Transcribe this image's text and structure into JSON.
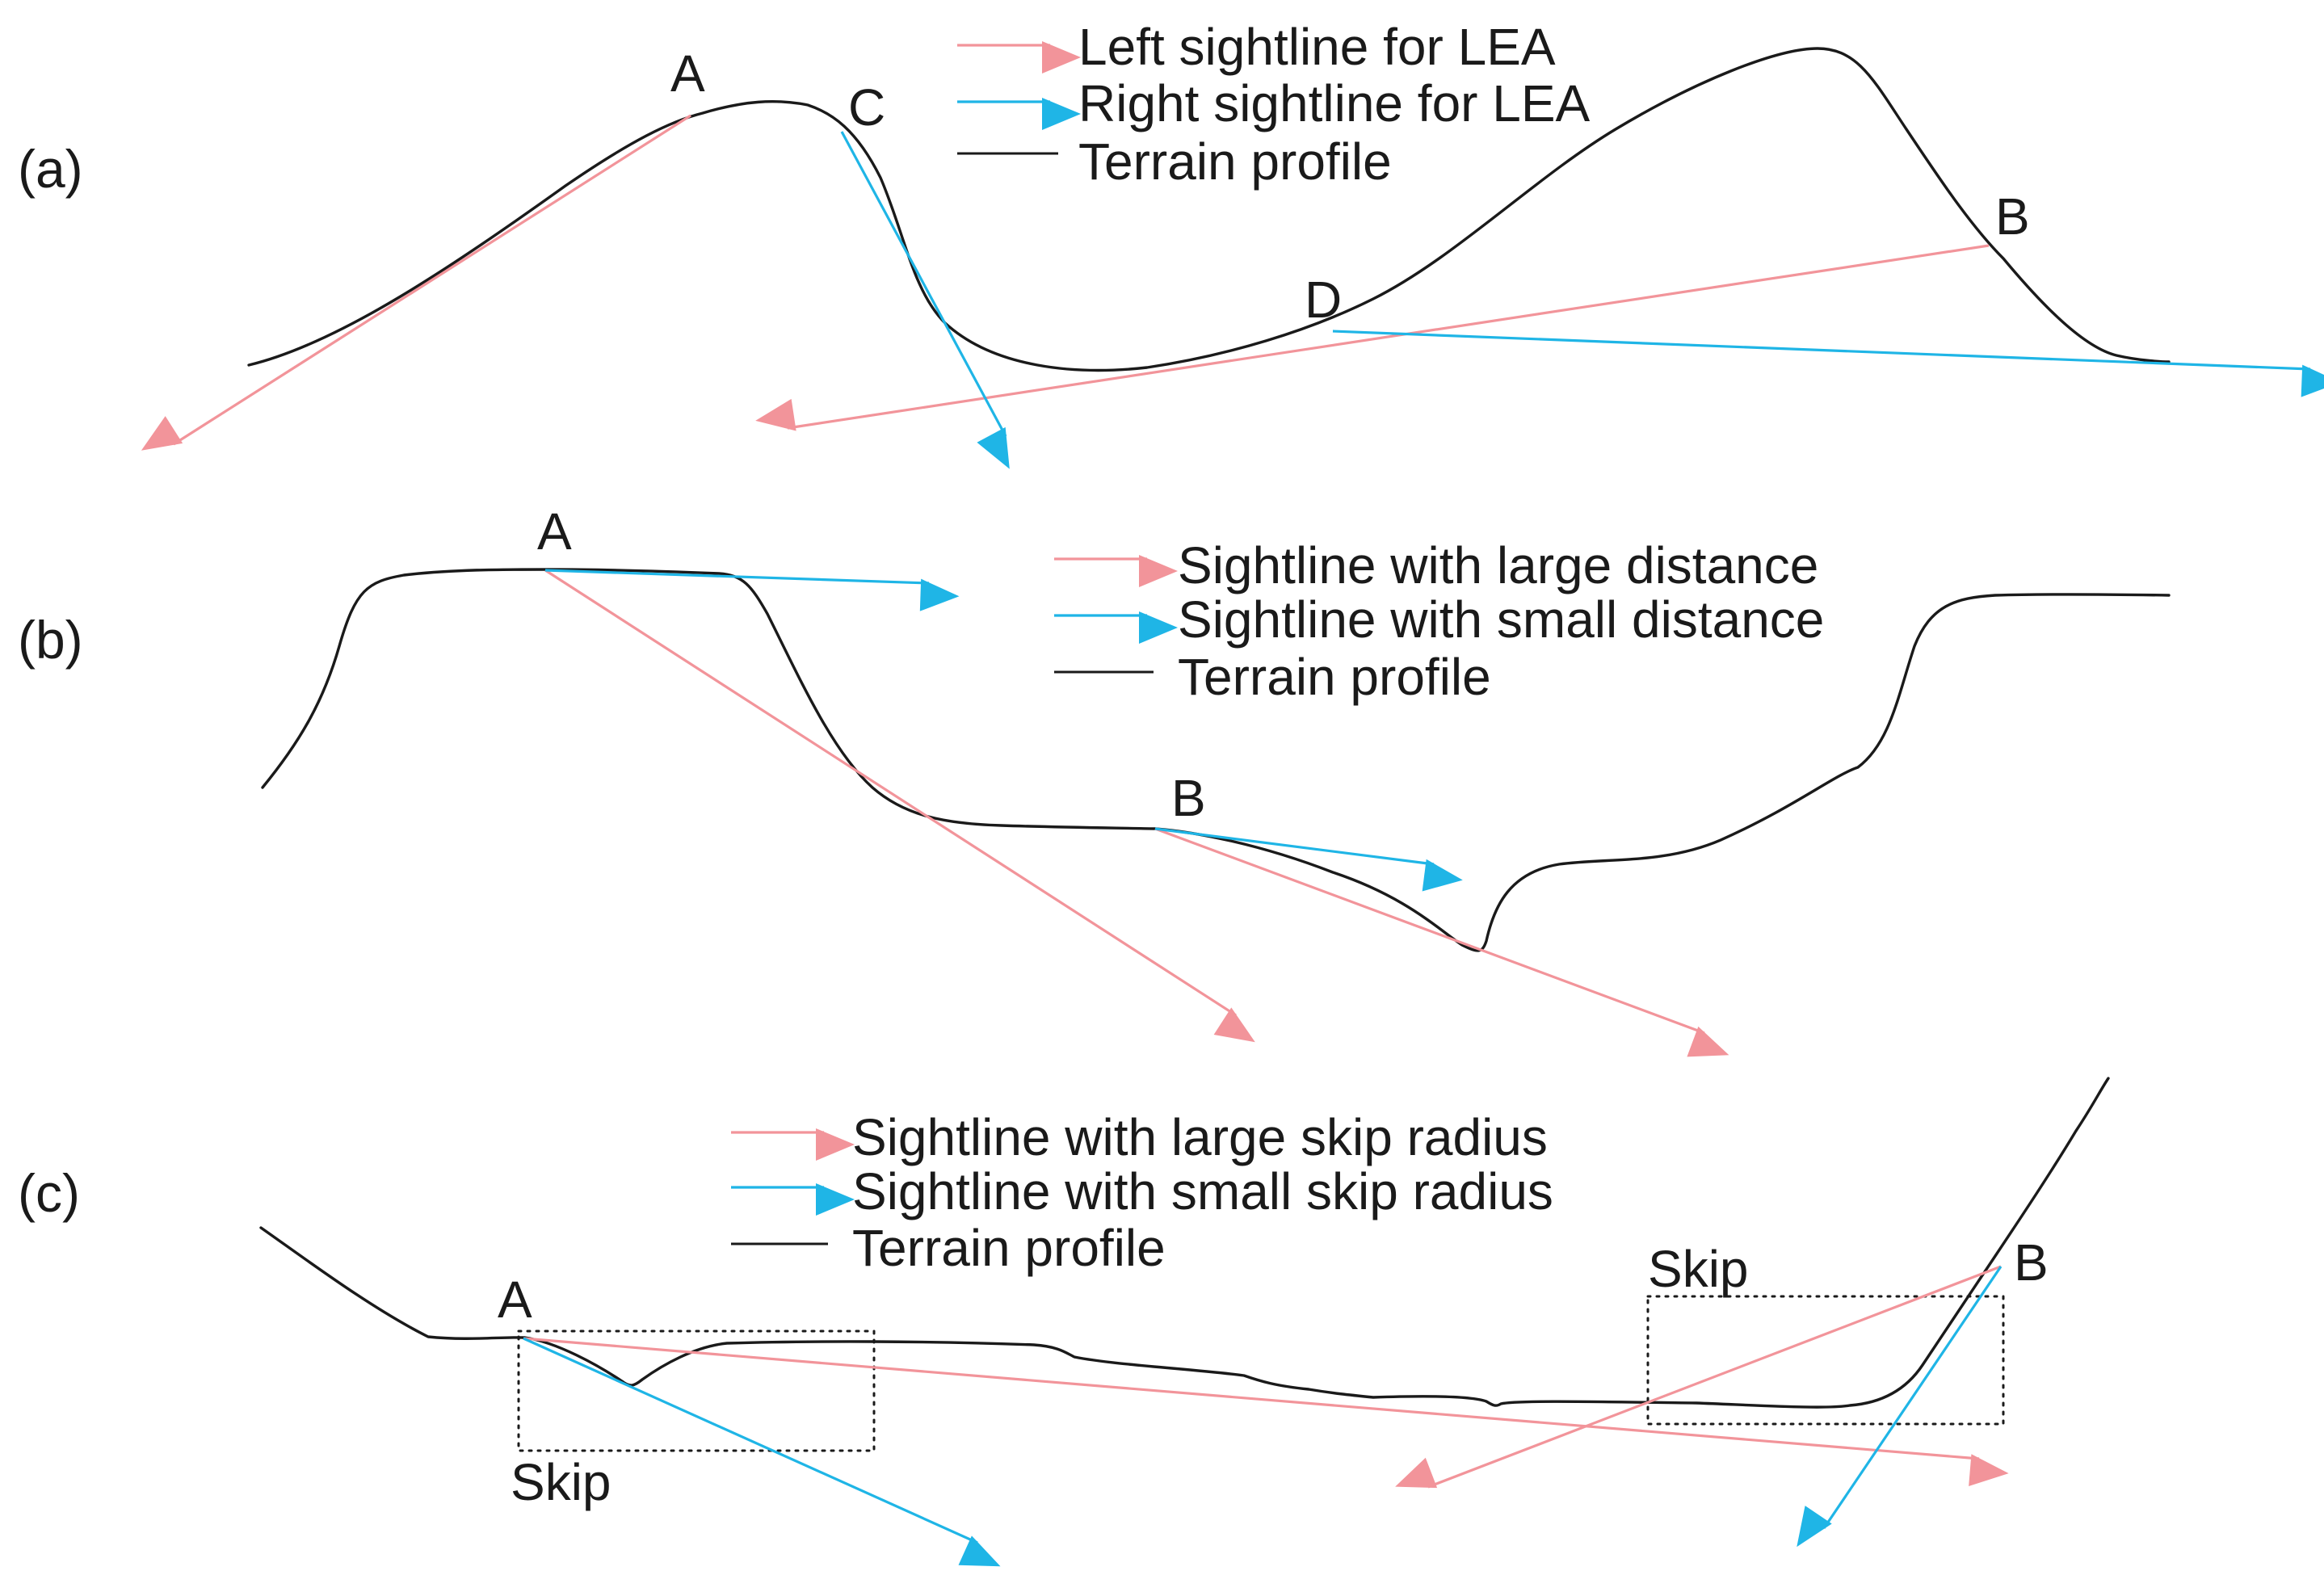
{
  "colors": {
    "pink": "#f2949a",
    "blue": "#1fb5e6",
    "terrain": "#1a1a1a"
  },
  "panel_a": {
    "label": "(a)",
    "points": {
      "A": "A",
      "C": "C",
      "D": "D",
      "B": "B"
    },
    "legend": {
      "pink": "Left sightline for LEA",
      "blue": "Right sightline for LEA",
      "black": "Terrain profile"
    }
  },
  "panel_b": {
    "label": "(b)",
    "points": {
      "A": "A",
      "B": "B"
    },
    "legend": {
      "pink": "Sightline with large distance",
      "blue": "Sightline with small distance",
      "black": "Terrain profile"
    }
  },
  "panel_c": {
    "label": "(c)",
    "points": {
      "A": "A",
      "B": "B"
    },
    "skip_left": "Skip",
    "skip_right": "Skip",
    "legend": {
      "pink": "Sightline with large skip radius",
      "blue": "Sightline with small skip radius",
      "black": "Terrain profile"
    }
  }
}
